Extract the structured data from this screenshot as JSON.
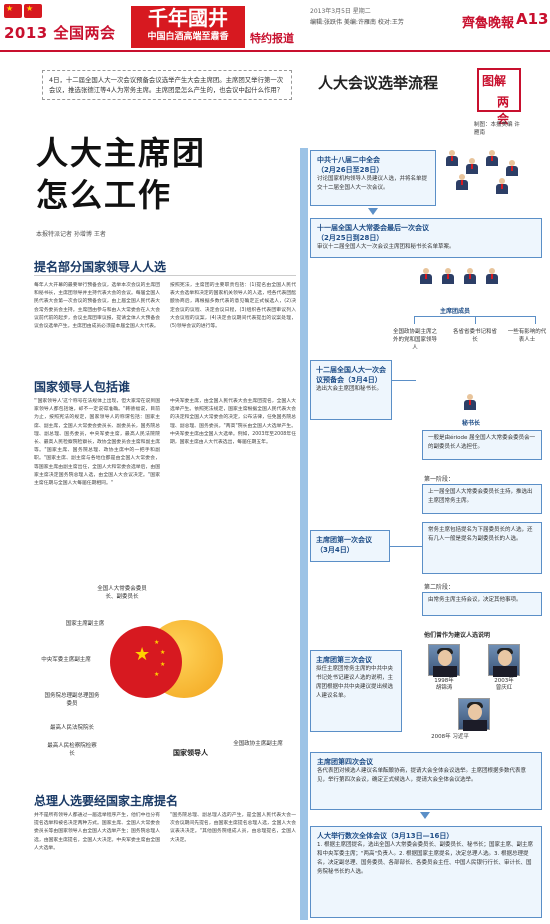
{
  "header": {
    "section": "2013 全国两会",
    "brand": "千年國井",
    "brand_sub": "中国白酒高端至肅香",
    "special": "特约报道",
    "date_line": "2013年3月5日  星期二",
    "editors": "编辑:张跃伟  美编:许雁南  校对:王芳",
    "paper": "齊魯晚報",
    "page": "A13"
  },
  "intro": "4日，十二届全国人大一次会议预备会议选举产生大会主席团。主席团又举行第一次会议，推选张德江等4人为常务主席。主席团是怎么产生的，也会议中起什么作用？",
  "title_lines": [
    "人大主席团",
    "怎么工作"
  ],
  "byline": "本报特派记者  孙增博  王者",
  "sub1": "提名部分国家领导人人选",
  "body1a": "每年人大开幕的最要举行预备会议，选举本次会议的主席团和秘书长，主席团领导并主持代表大会的会议。每届全国人民代表大会第一次会议的预备会议，由上届全国人民代表大会常务委员会主持。主席团由参与和由人大常委会在人大会议前代前的起步，会议主席团审议报，提请全体人大预备会议会议选举产生。主席团由成员必须是本届全国人大代表。",
  "body1b": "按照宪法，主席团的主要职责包括：(1)提名由全国人民代表大会选举和决定的国家机关领导人的人选，经各代表团酝酿协商后，再根据多数代表的意见确定正式候选人，(2)决定会议的议程、决定会议日程，(3)组织各代表团审议列入大会议程的议案，(4)决定会议期间代表提出的议案处理，(5)领导会议的进行等。",
  "sub2": "国家领导人包括谁",
  "body2a": "\"'国家领导人'这个称号在法规体上出现，但大家常在说到国家领导人都包括谁，却不一定说得准确。\"韩德福说，目前为止，按照宪法的规定，国家领导人的称谓包括：国家主席、副主席，全国人大常委会委员长、副委员长，国务院总理、副总理、国务委员，中央军委主席，最高人民法院院长、最高人民检察院检察长，政协全国委员会主席和副主席等。\"国家主席、国务院总理、政协主席中的一把手和副职。\"国家主席、副主席与各地位都是由全国人大常委会，等国家主席由副主席出任，全国人大和常委会选举后，由国家主席决定国务院总理人选，由全国人大会议决定。\"国家主席任期与全国人大每届任期相同。\"",
  "body2b": "中央军委主席，由全国人民代表大会主席团提名，全国人大选举产生。依照宪法规定，国家主席根据全国人民代表大会的决定和全国人大常委会的决定，公布法律，任免国务院总理、副总理、国务委员。\"两高\"院长由全国人大选举产生。中央军委主席由全国人大选举。例如，2003年至2008年任期，国家主席由人大代表选出，每届任期五年。",
  "state_diagram": {
    "labels": [
      "全国人大常委会委员长、副委员长",
      "国家主席副主席",
      "中央军委主席副主席",
      "国务院总理副总理国务委员",
      "最高人民法院院长",
      "最高人民检察院检察长",
      "全国政协主席副主席"
    ],
    "center": "国家领导人"
  },
  "sub3": "总理人选要经国家主席提名",
  "body3a": "并不是所有领导人都通过一届选举程序产生，他们中也分有提名选举和被名决定两种方式。国家主席、全国人大常委会委员长等由国家领导人由全国人大选举产生；国务院总理人选，由国家主席提名，全国人大决定。中央军委主席由全国人大选举。",
  "body3b": "\"国务院总理、副总理人选的产生，是全国人民代表大会一次会议期间先提名，由国家主席提名总理人选，全国人大会议表决决定。\"其他国务院组成人员，由总理提名，全国人大决定。",
  "flow": {
    "title": "人大会议选举流程",
    "jie_a": "图解",
    "jie_b": "两会",
    "credit": "制图：本报美编 许雁南",
    "steps": [
      {
        "title": "中共十八届二中全会",
        "sub": "（2月26日至28日）",
        "desc": "讨论国家机构领导人员建议人选，并将名单提交十二届全国人大一次会议。"
      },
      {
        "title": "十一届全国人大常委会最后一次会议",
        "sub": "（2月25日到28日）",
        "desc": "审议十二届全国人大一次会议主席团和秘书长名单草案。"
      },
      {
        "title": "十二届全国人大一次会议预备会（3月4日）",
        "sub": "",
        "desc": "选出大会主席团和秘书长。"
      },
      {
        "title": "主席团第一次会议",
        "sub": "（3月4日）",
        "desc": ""
      },
      {
        "title": "主席团第三次会议",
        "sub": "",
        "desc": "拟任主席团常务主席的中共中央书记处书记建议人选的说明，主席团根据中共中央建议提出候选人建议名单。"
      },
      {
        "title": "主席团第四次会议",
        "sub": "",
        "desc": "各代表团对候选人建议名单酝酿协商，提请大会全体会议选举。主席团根据多数代表意见，举行第四次会议，确定正式候选人，提请大会全体会议选举。"
      },
      {
        "title": "人大举行数次全体会议（3月13日—16日）",
        "sub": "",
        "desc": "1. 根据主席团提名，选出全国人大常委会委员长、副委员长、秘书长；国家主席、副主席和中央军委主席；\"两高\"负责人。2. 根据国家主席提名，决定总理人选。3. 根据总理提名，决定副总理、国务委员、各部部长、各委员会主任、中国人民银行行长、审计长、国务院秘书长的人选。"
      }
    ],
    "presidium_label": "主席团成员",
    "presidium_cells": [
      "全国政协副主席之外的党和国家领导人",
      "各省省委书记和省长",
      "一些有影响的代表人士"
    ],
    "secretary_label": "秘书长",
    "secretary_desc": "一般是由ériode 届全国人大常委会委员会一的副委员长人选担任。",
    "first_method": "第一阶段：",
    "first_method_desc": "上一届全国人大常委会委员长主持，推选出主席团常务主席。",
    "second_desc": "常务主席包括提名为下届委员长的人选，还有几人一般是提名为副委员长的人选。",
    "second_method": "第二阶段：",
    "second_method_desc": "由常务主席主持会议，决定其他事项。",
    "photos_head": "他们曾作为建议人选说明",
    "photos": [
      {
        "year": "1998年",
        "name": "胡锦涛"
      },
      {
        "year": "2003年",
        "name": "曾庆红"
      },
      {
        "year": "2008年",
        "name": "习近平"
      }
    ]
  }
}
